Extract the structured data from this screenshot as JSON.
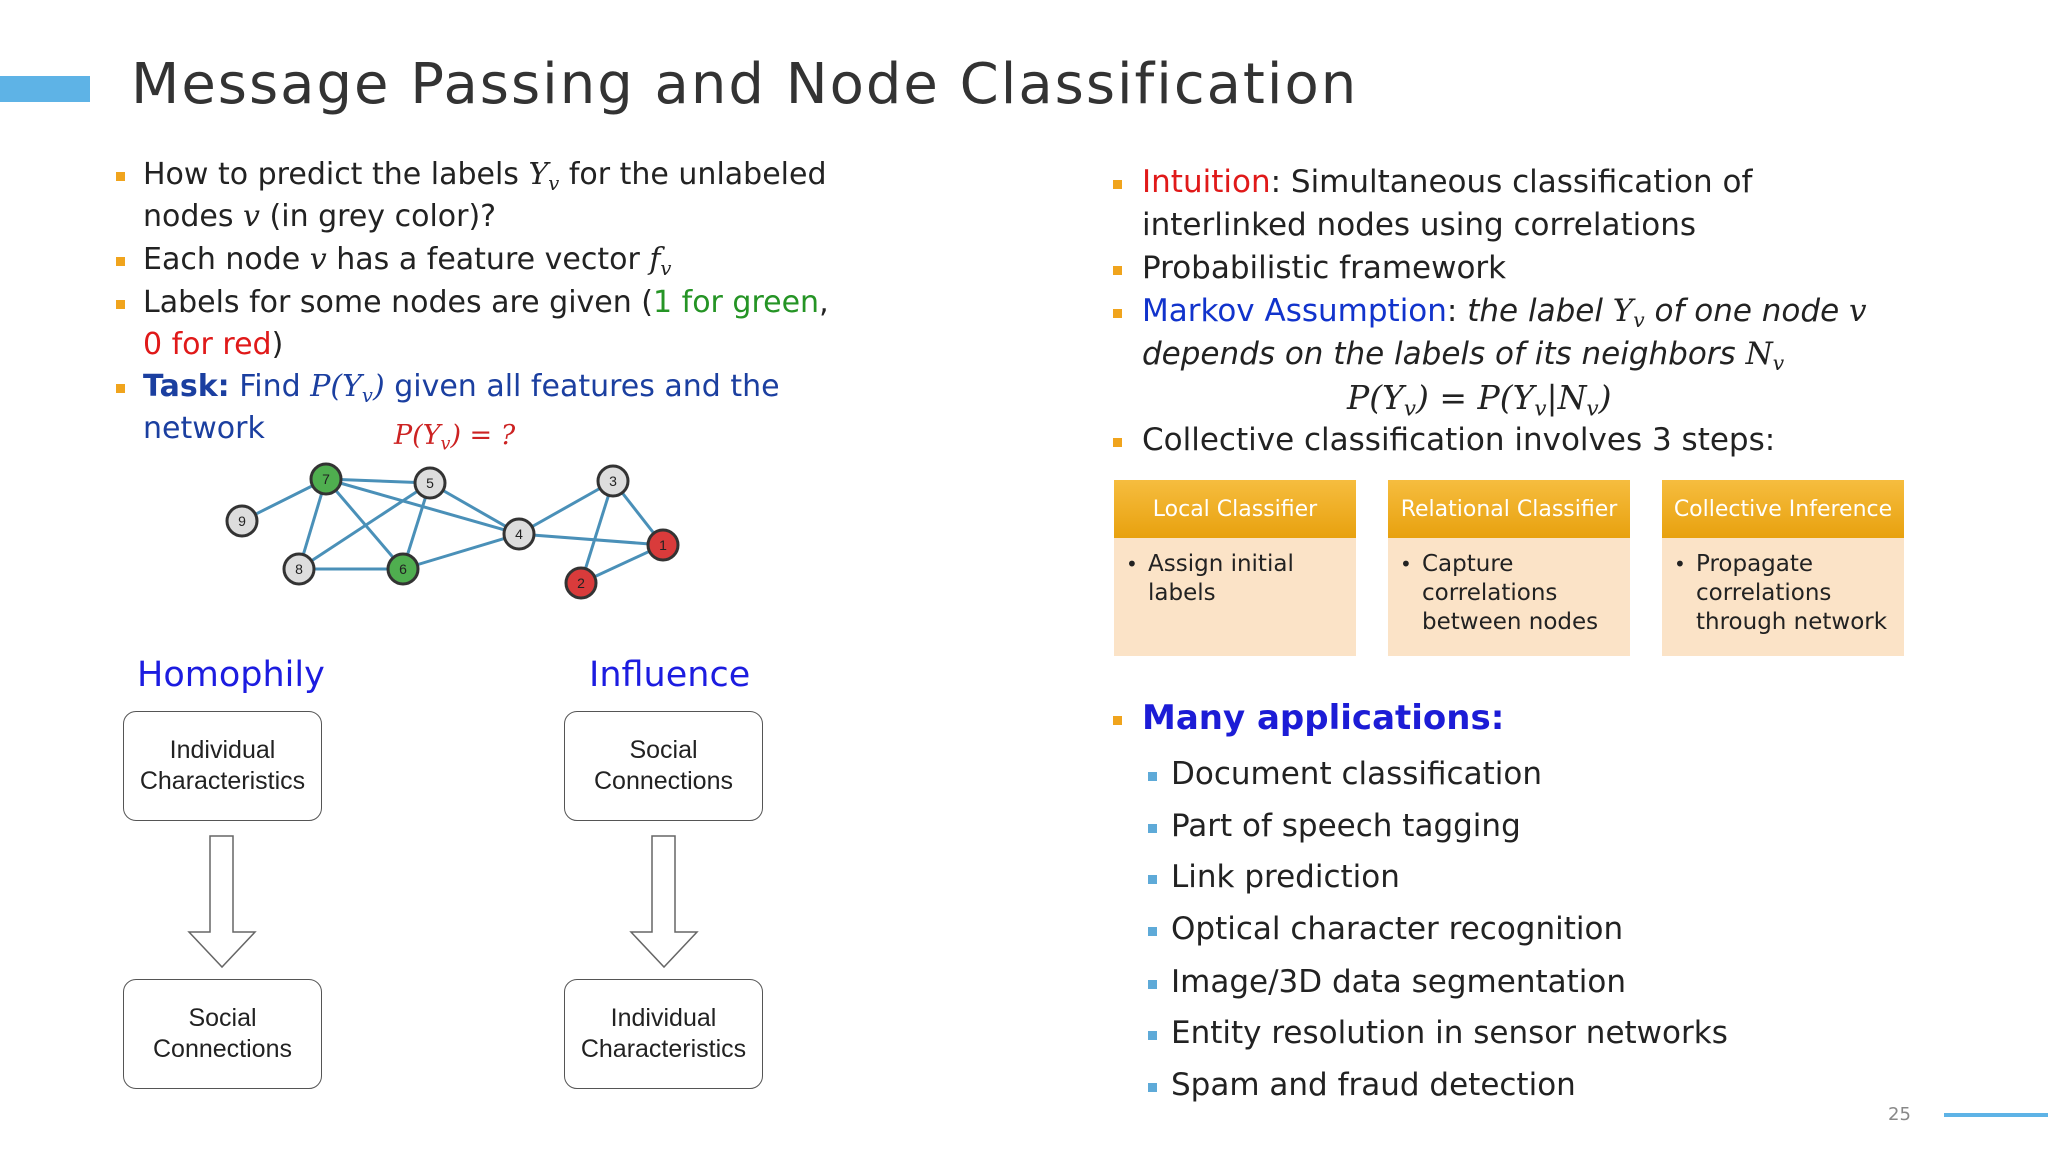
{
  "title": "Message Passing and Node Classification",
  "left": {
    "b1_a": "How to predict the labels ",
    "b1_sym": "Y",
    "b1_sub": "v",
    "b1_b": " for the unlabeled",
    "b1_c": "nodes ",
    "b1_v": "v",
    "b1_d": " (in grey color)?",
    "b2_a": "Each node ",
    "b2_v": "v",
    "b2_b": " has a feature vector ",
    "b2_f": "f",
    "b2_fs": "v",
    "b3_a": "Labels for some nodes are given (",
    "b3_green": "1 for green",
    "b3_comma": ",",
    "b3_red": "0 for red",
    "b3_close": ")",
    "b4_task": "Task:",
    "b4_a": " Find ",
    "b4_p": "P(Y",
    "b4_ps": "v",
    "b4_pc": ")",
    "b4_b": " given all features and the",
    "b4_c": "network"
  },
  "graph": {
    "question_p": "P(Y",
    "question_sub": "v",
    "question_rest": ") = ?",
    "nodes": [
      {
        "id": "1",
        "color": "#d93b3b"
      },
      {
        "id": "2",
        "color": "#d93b3b"
      },
      {
        "id": "3",
        "color": "#dddddd"
      },
      {
        "id": "4",
        "color": "#dddddd"
      },
      {
        "id": "5",
        "color": "#dddddd"
      },
      {
        "id": "6",
        "color": "#4fae4f"
      },
      {
        "id": "7",
        "color": "#4fae4f"
      },
      {
        "id": "8",
        "color": "#dddddd"
      },
      {
        "id": "9",
        "color": "#dddddd"
      }
    ]
  },
  "homophily": {
    "label": "Homophily",
    "top_1": "Individual",
    "top_2": "Characteristics",
    "bottom_1": "Social",
    "bottom_2": "Connections"
  },
  "influence": {
    "label": "Influence",
    "top_1": "Social",
    "top_2": "Connections",
    "bottom_1": "Individual",
    "bottom_2": "Characteristics"
  },
  "right": {
    "intuition": "Intuition",
    "r1_a": ": Simultaneous classification of",
    "r1_b": "interlinked nodes using correlations",
    "r2": "Probabilistic framework",
    "markov": "Markov Assumption",
    "r3_a": ": ",
    "r3_b": "the label ",
    "r3_y": "Y",
    "r3_ys": "v",
    "r3_c": " of one node ",
    "r3_v": "v",
    "r3_d": "depends on the labels of its neighbors ",
    "r3_n": "N",
    "r3_ns": "v",
    "eq_a": "P(Y",
    "eq_as": "v",
    "eq_b": ") = P(Y",
    "eq_bs": "v",
    "eq_c": "|N",
    "eq_cs": "v",
    "eq_d": ")",
    "r4": "Collective classification involves 3 steps:"
  },
  "steps": [
    {
      "title": "Local Classifier",
      "body": "Assign initial\nlabels"
    },
    {
      "title": "Relational Classifier",
      "body": "Capture\ncorrelations\nbetween nodes"
    },
    {
      "title": "Collective Inference",
      "body": "Propagate\ncorrelations\nthrough network"
    }
  ],
  "applications": {
    "heading": "Many applications:",
    "items": [
      "Document classification",
      "Part of speech tagging",
      "Link prediction",
      "Optical character recognition",
      "Image/3D data segmentation",
      "Entity resolution in sensor networks",
      "Spam and fraud detection"
    ]
  },
  "page_number": "25",
  "colors": {
    "accent_blue": "#5eb3e6",
    "bullet_orange": "#f0a41d",
    "label_blue": "#1c1ce0",
    "intuition_red": "#e01919",
    "step_orange": "#e8a10e",
    "step_body": "#fbe3c7"
  }
}
